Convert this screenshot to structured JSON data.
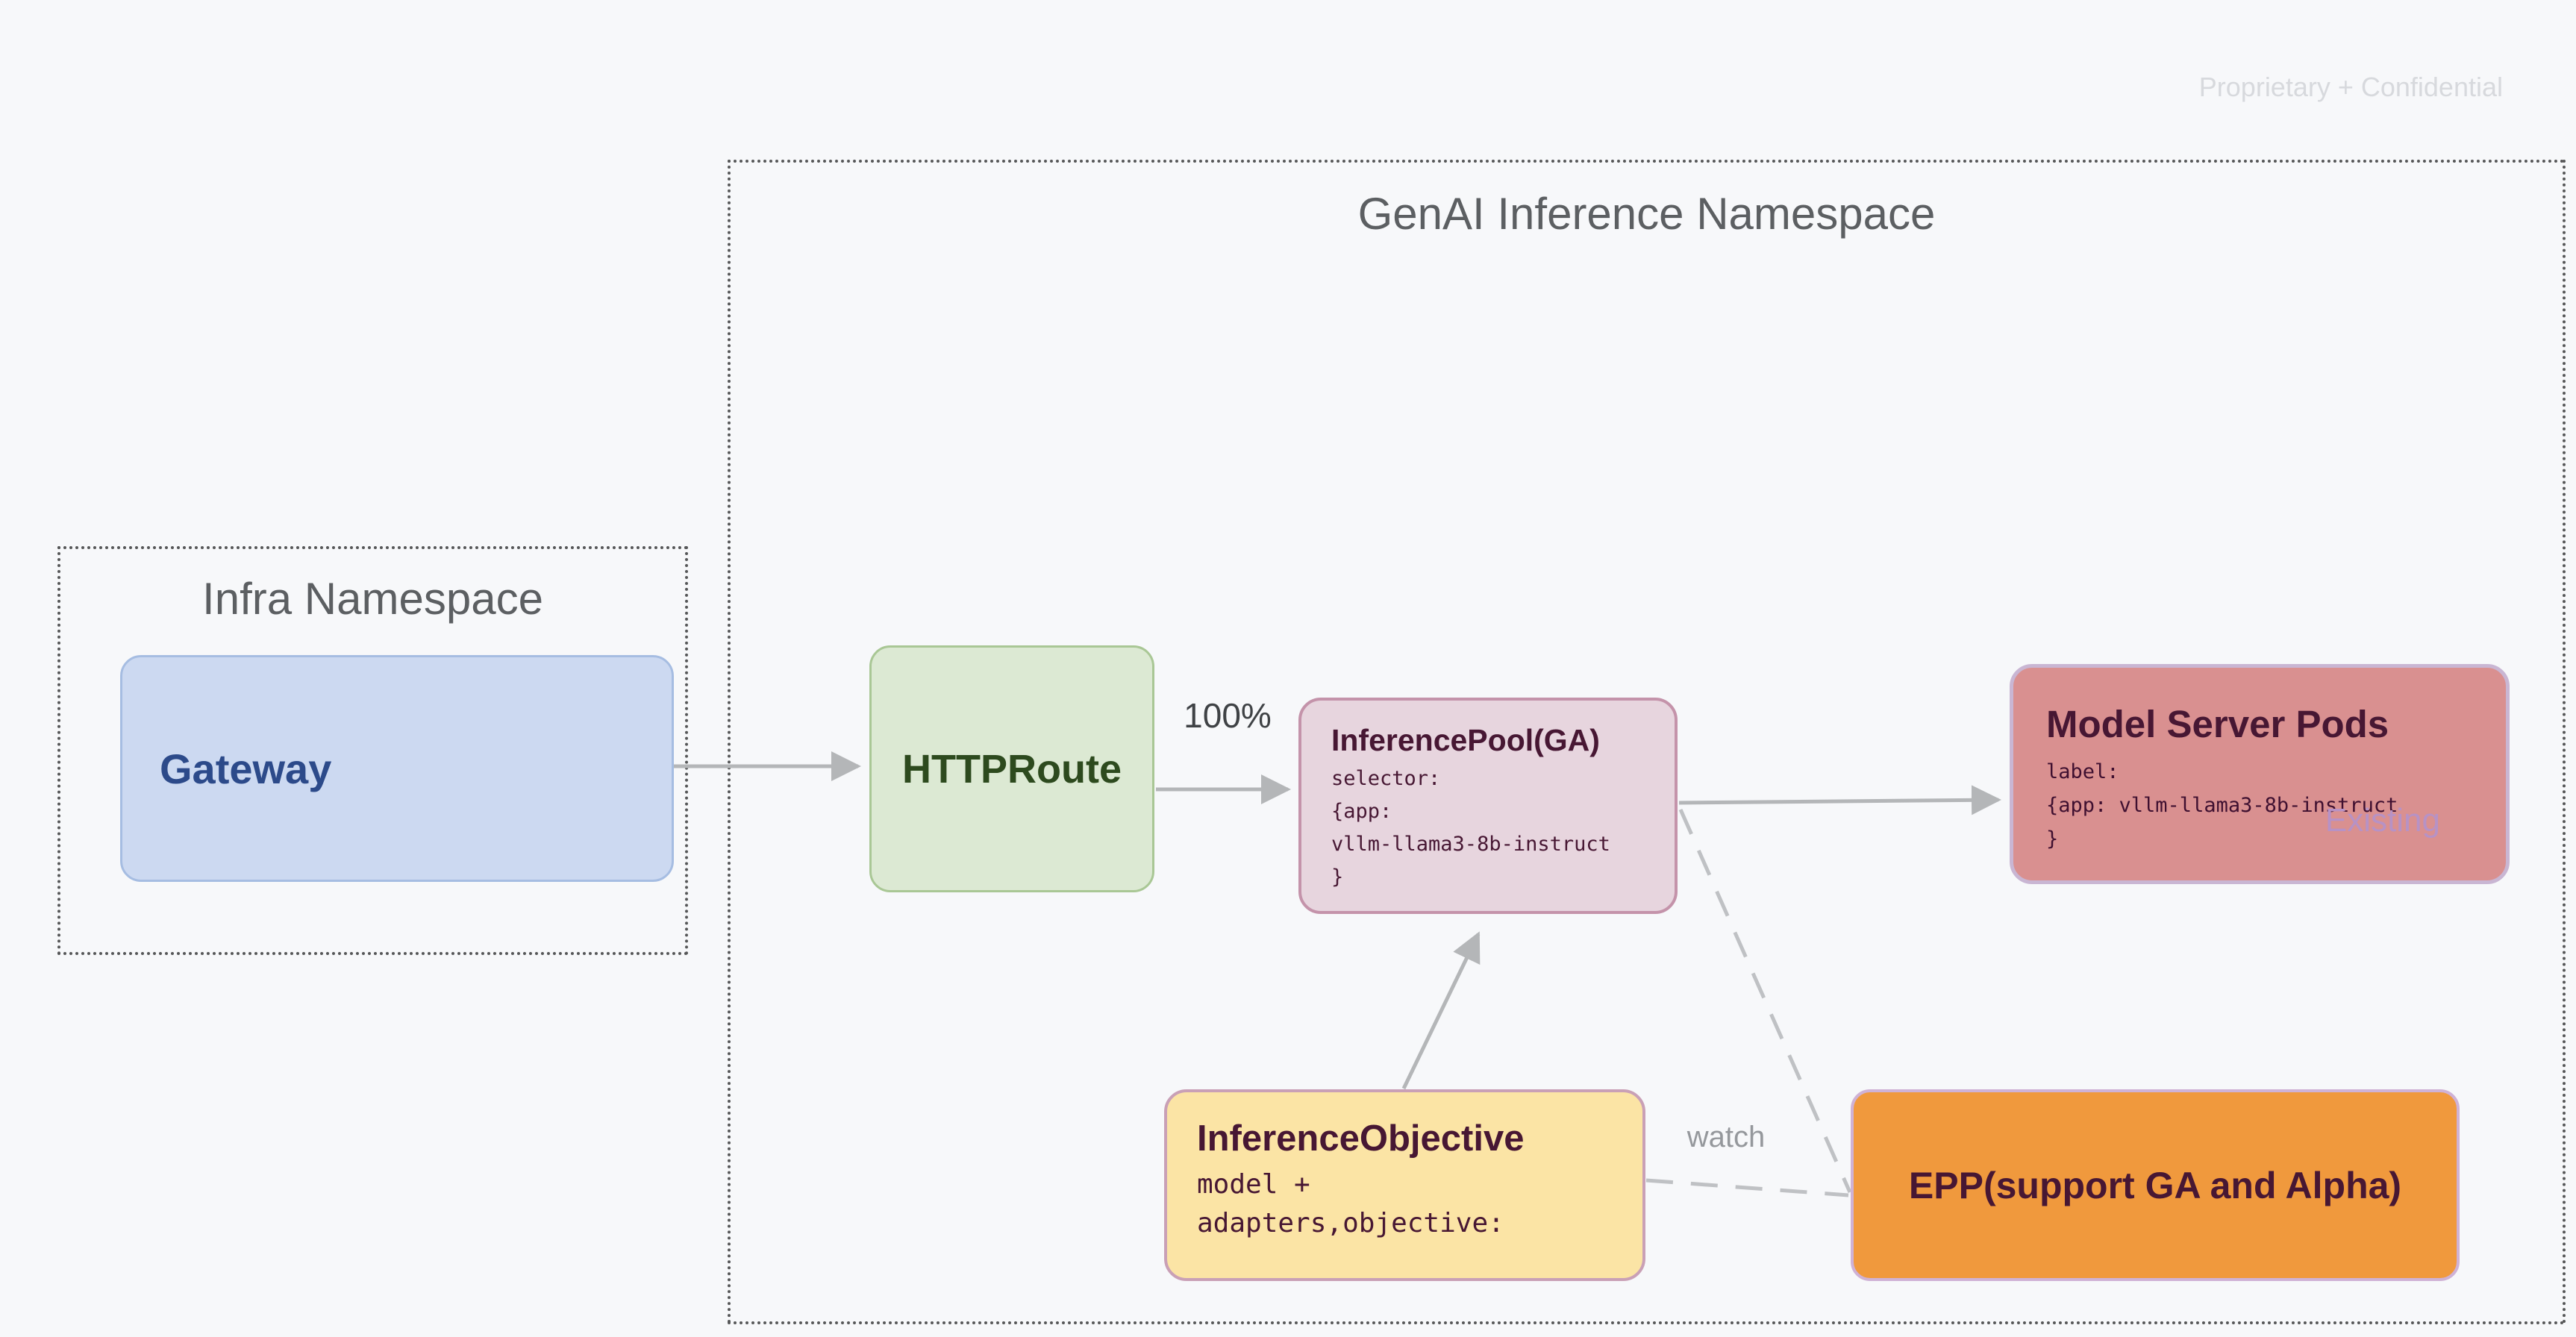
{
  "watermark": "Proprietary + Confidential",
  "infra_namespace": {
    "title": "Infra Namespace",
    "gateway": {
      "title": "Gateway"
    }
  },
  "genai_namespace": {
    "title": "GenAI Inference Namespace",
    "httproute": {
      "title": "HTTPRoute"
    },
    "inference_pool": {
      "title": "InferencePool(GA)",
      "code_lines": [
        "selector:",
        "{app:",
        "vllm-llama3-8b-instruct",
        "}"
      ]
    },
    "model_server_pods": {
      "title": "Model Server Pods",
      "code_lines": [
        "label:",
        "{app: vllm-llama3-8b-instruct",
        "}"
      ],
      "status_tag": "Existing"
    },
    "inference_objective": {
      "title": "InferenceObjective",
      "code_lines": [
        "model +",
        "adapters,objective:"
      ]
    },
    "epp": {
      "title": "EPP(support GA and Alpha)"
    }
  },
  "edges": {
    "httproute_to_pool_label": "100%",
    "objective_to_epp_label": "watch"
  },
  "colors": {
    "background": "#f7f8fa",
    "namespace_border": "#565758",
    "namespace_title_text": "#5c5f62",
    "gateway_fill": "#ccd9f1",
    "gateway_border": "#a6bde2",
    "gateway_text": "#2c4a8a",
    "httproute_fill": "#dce9d3",
    "httproute_border": "#a9c795",
    "httproute_text": "#2d4a1e",
    "inference_pool_fill": "#e7d5de",
    "inference_pool_border": "#c493aa",
    "model_server_pods_fill": "#d99090",
    "model_server_pods_border": "#c9b6d3",
    "inference_objective_fill": "#fbe4a5",
    "inference_objective_border": "#c9a0b6",
    "epp_fill": "#f0993d",
    "epp_border": "#cfb2d6",
    "node_dark_text": "#471733",
    "connector_solid": "#b4b6b8",
    "connector_dashed": "#bfc1c4",
    "weight_label_text": "#3f4245",
    "watch_label_text": "#95989c",
    "existing_tag_text": "#b792c5",
    "watermark_text": "#d7d9dd"
  }
}
